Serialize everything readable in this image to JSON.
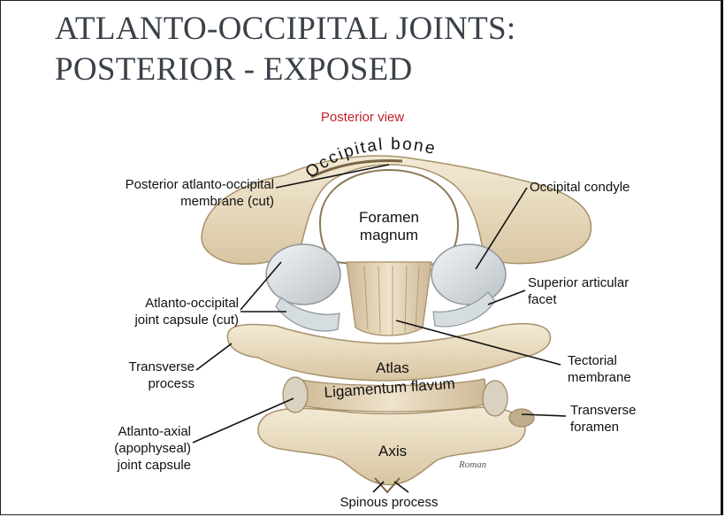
{
  "title": {
    "line1": "ATLANTO-OCCIPITAL JOINTS:",
    "line2": "POSTERIOR - EXPOSED"
  },
  "view_label": "Posterior view",
  "structure_labels": {
    "occipital_bone": "Occipital bone",
    "foramen_line1": "Foramen",
    "foramen_line2": "magnum",
    "atlas": "Atlas",
    "ligamentum_flavum": "Ligamentum flavum",
    "axis": "Axis",
    "signature": "Roman"
  },
  "callouts": {
    "post_membrane_1": "Posterior atlanto-occipital",
    "post_membrane_2": "membrane (cut)",
    "ao_capsule_1": "Atlanto-occipital",
    "ao_capsule_2": "joint capsule (cut)",
    "transverse_process_1": "Transverse",
    "transverse_process_2": "process",
    "aa_capsule_1": "Atlanto-axial",
    "aa_capsule_2": "(apophyseal)",
    "aa_capsule_3": "joint capsule",
    "occipital_condyle": "Occipital condyle",
    "sup_facet_1": "Superior articular",
    "sup_facet_2": "facet",
    "tectorial_1": "Tectorial",
    "tectorial_2": "membrane",
    "transverse_foramen_1": "Transverse",
    "transverse_foramen_2": "foramen",
    "spinous_process": "Spinous process"
  },
  "colors": {
    "title_text": "#3b4149",
    "view_label": "#c41f2b",
    "bone": "#e9dcc0",
    "bone_shade": "#c9b48f",
    "capsule": "#dde3e6",
    "ligament": "#d8c6a3"
  }
}
